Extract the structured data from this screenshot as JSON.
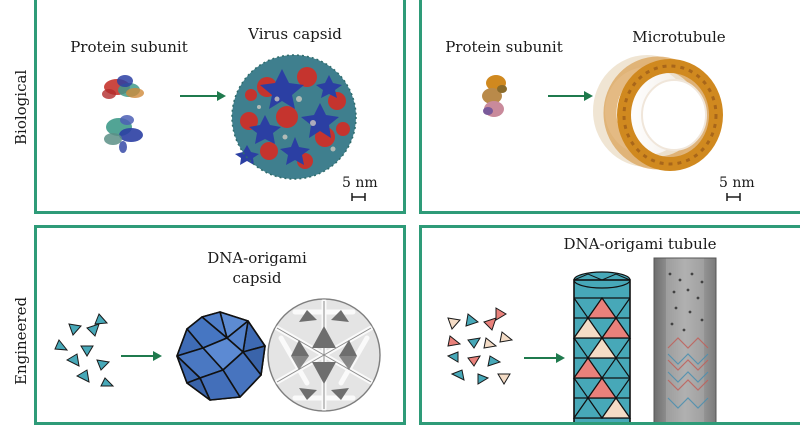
{
  "rows": {
    "biological": "Biological",
    "engineered": "Engineered"
  },
  "panels": {
    "bio_left": {
      "subunit_label": "Protein subunit",
      "product_label": "Virus capsid",
      "scale_label": "5 nm"
    },
    "bio_right": {
      "subunit_label": "Protein subunit",
      "product_label": "Microtubule",
      "scale_label": "5 nm"
    },
    "eng_left": {
      "product_label_line1": "DNA-origami",
      "product_label_line2": "capsid"
    },
    "eng_right": {
      "product_label": "DNA-origami tubule"
    }
  },
  "colors": {
    "panel_border": "#2e9b78",
    "arrow": "#1f7a4d",
    "capsid_blue": "#4a78c2",
    "tri_teal": "#47a8b8",
    "tri_salmon": "#e9817b",
    "tri_cream": "#f4dcc6",
    "protein_red": "#c5342e",
    "protein_blue": "#2b3fa3",
    "protein_teal": "#3f9a8a",
    "microtubule_orange": "#d0891f"
  }
}
